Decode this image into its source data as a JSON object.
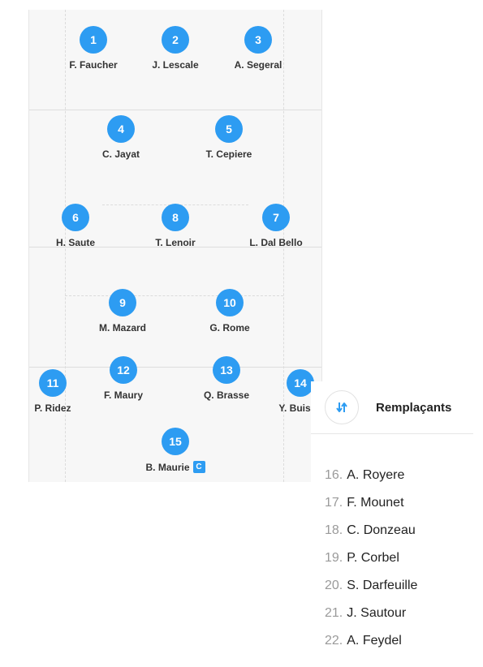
{
  "players": [
    {
      "number": "1",
      "name": "F. Faucher"
    },
    {
      "number": "2",
      "name": "J. Lescale"
    },
    {
      "number": "3",
      "name": "A. Segeral"
    },
    {
      "number": "4",
      "name": "C. Jayat"
    },
    {
      "number": "5",
      "name": "T. Cepiere"
    },
    {
      "number": "6",
      "name": "H. Saute"
    },
    {
      "number": "8",
      "name": "T. Lenoir"
    },
    {
      "number": "7",
      "name": "L. Dal Bello"
    },
    {
      "number": "9",
      "name": "M. Mazard"
    },
    {
      "number": "10",
      "name": "G. Rome"
    },
    {
      "number": "11",
      "name": "P. Ridez"
    },
    {
      "number": "12",
      "name": "F. Maury"
    },
    {
      "number": "13",
      "name": "Q. Brasse"
    },
    {
      "number": "14",
      "name": "Y. Buisso"
    },
    {
      "number": "15",
      "name": "B. Maurie",
      "captain_badge": "C"
    }
  ],
  "substitutes": {
    "title": "Remplaçants",
    "icon": "swap-arrows-icon",
    "items": [
      {
        "number": "16.",
        "name": "A. Royere"
      },
      {
        "number": "17.",
        "name": "F. Mounet"
      },
      {
        "number": "18.",
        "name": "C. Donzeau"
      },
      {
        "number": "19.",
        "name": "P. Corbel"
      },
      {
        "number": "20.",
        "name": "S. Darfeuille"
      },
      {
        "number": "21.",
        "name": "J. Sautour"
      },
      {
        "number": "22.",
        "name": "A. Feydel"
      }
    ]
  },
  "colors": {
    "accent": "#2d9cf2",
    "field": "#f7f7f7",
    "line": "#dedede"
  }
}
